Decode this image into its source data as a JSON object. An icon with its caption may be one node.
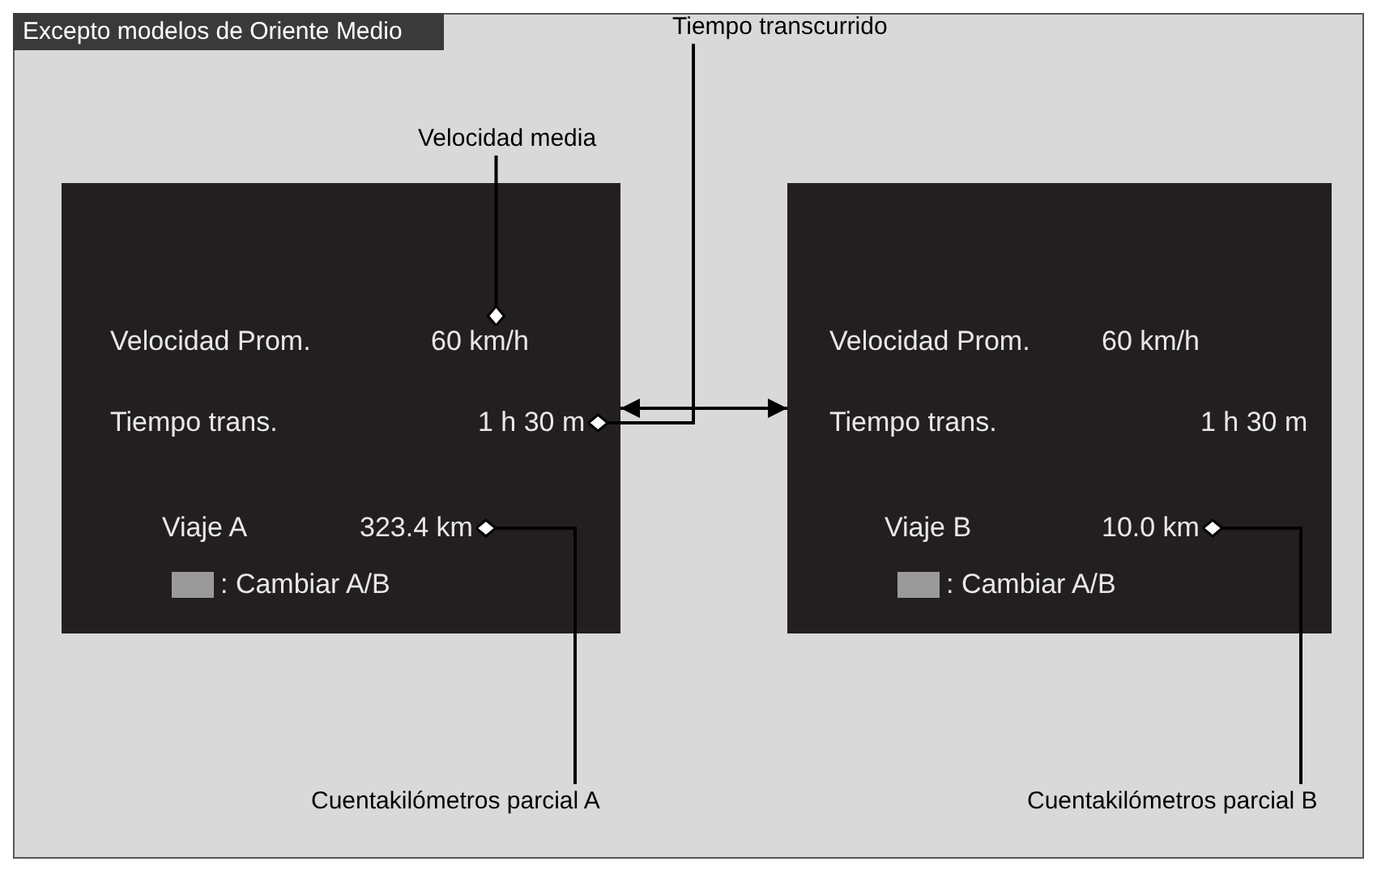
{
  "diagram": {
    "title": "Excepto modelos de Oriente Medio",
    "nodes": [
      {
        "text": [],
        "shape": "box"
      },
      {
        "text": [],
        "shape": "box"
      },
      {
        "text": [
          "60 km/h"
        ],
        "in": 0
      },
      {
        "text": [
          "1 h 30 m"
        ],
        "in": 0
      },
      {
        "text": [
          "323.4 km"
        ],
        "in": 0
      },
      {
        "text": [
          "10.0 km"
        ],
        "in": 1
      },
      {
        "text": [
          "Velocidad media"
        ]
      },
      {
        "text": [
          "Tiempo transcurrido"
        ]
      },
      {
        "text": [
          "Cuentakilómetros parcial A"
        ]
      },
      {
        "text": [
          "Cuentakilómetros parcial B"
        ]
      }
    ],
    "edges": [
      {
        "from": 6,
        "to": 2,
        "arrow": "other"
      },
      {
        "from": 7,
        "to": 3,
        "arrow": "other"
      },
      {
        "from": 8,
        "to": 4,
        "arrow": "other"
      },
      {
        "from": 9,
        "to": 5,
        "arrow": "other"
      },
      {
        "from": 0,
        "to": 1,
        "arrow": "both"
      }
    ],
    "labels": [
      "Velocidad Prom.",
      "Tiempo trans.",
      "Viaje A",
      ": Cambiar A/B",
      "Velocidad Prom.",
      "60 km/h",
      "Tiempo trans.",
      "1 h 30 m",
      "Viaje B",
      ": Cambiar A/B"
    ]
  }
}
